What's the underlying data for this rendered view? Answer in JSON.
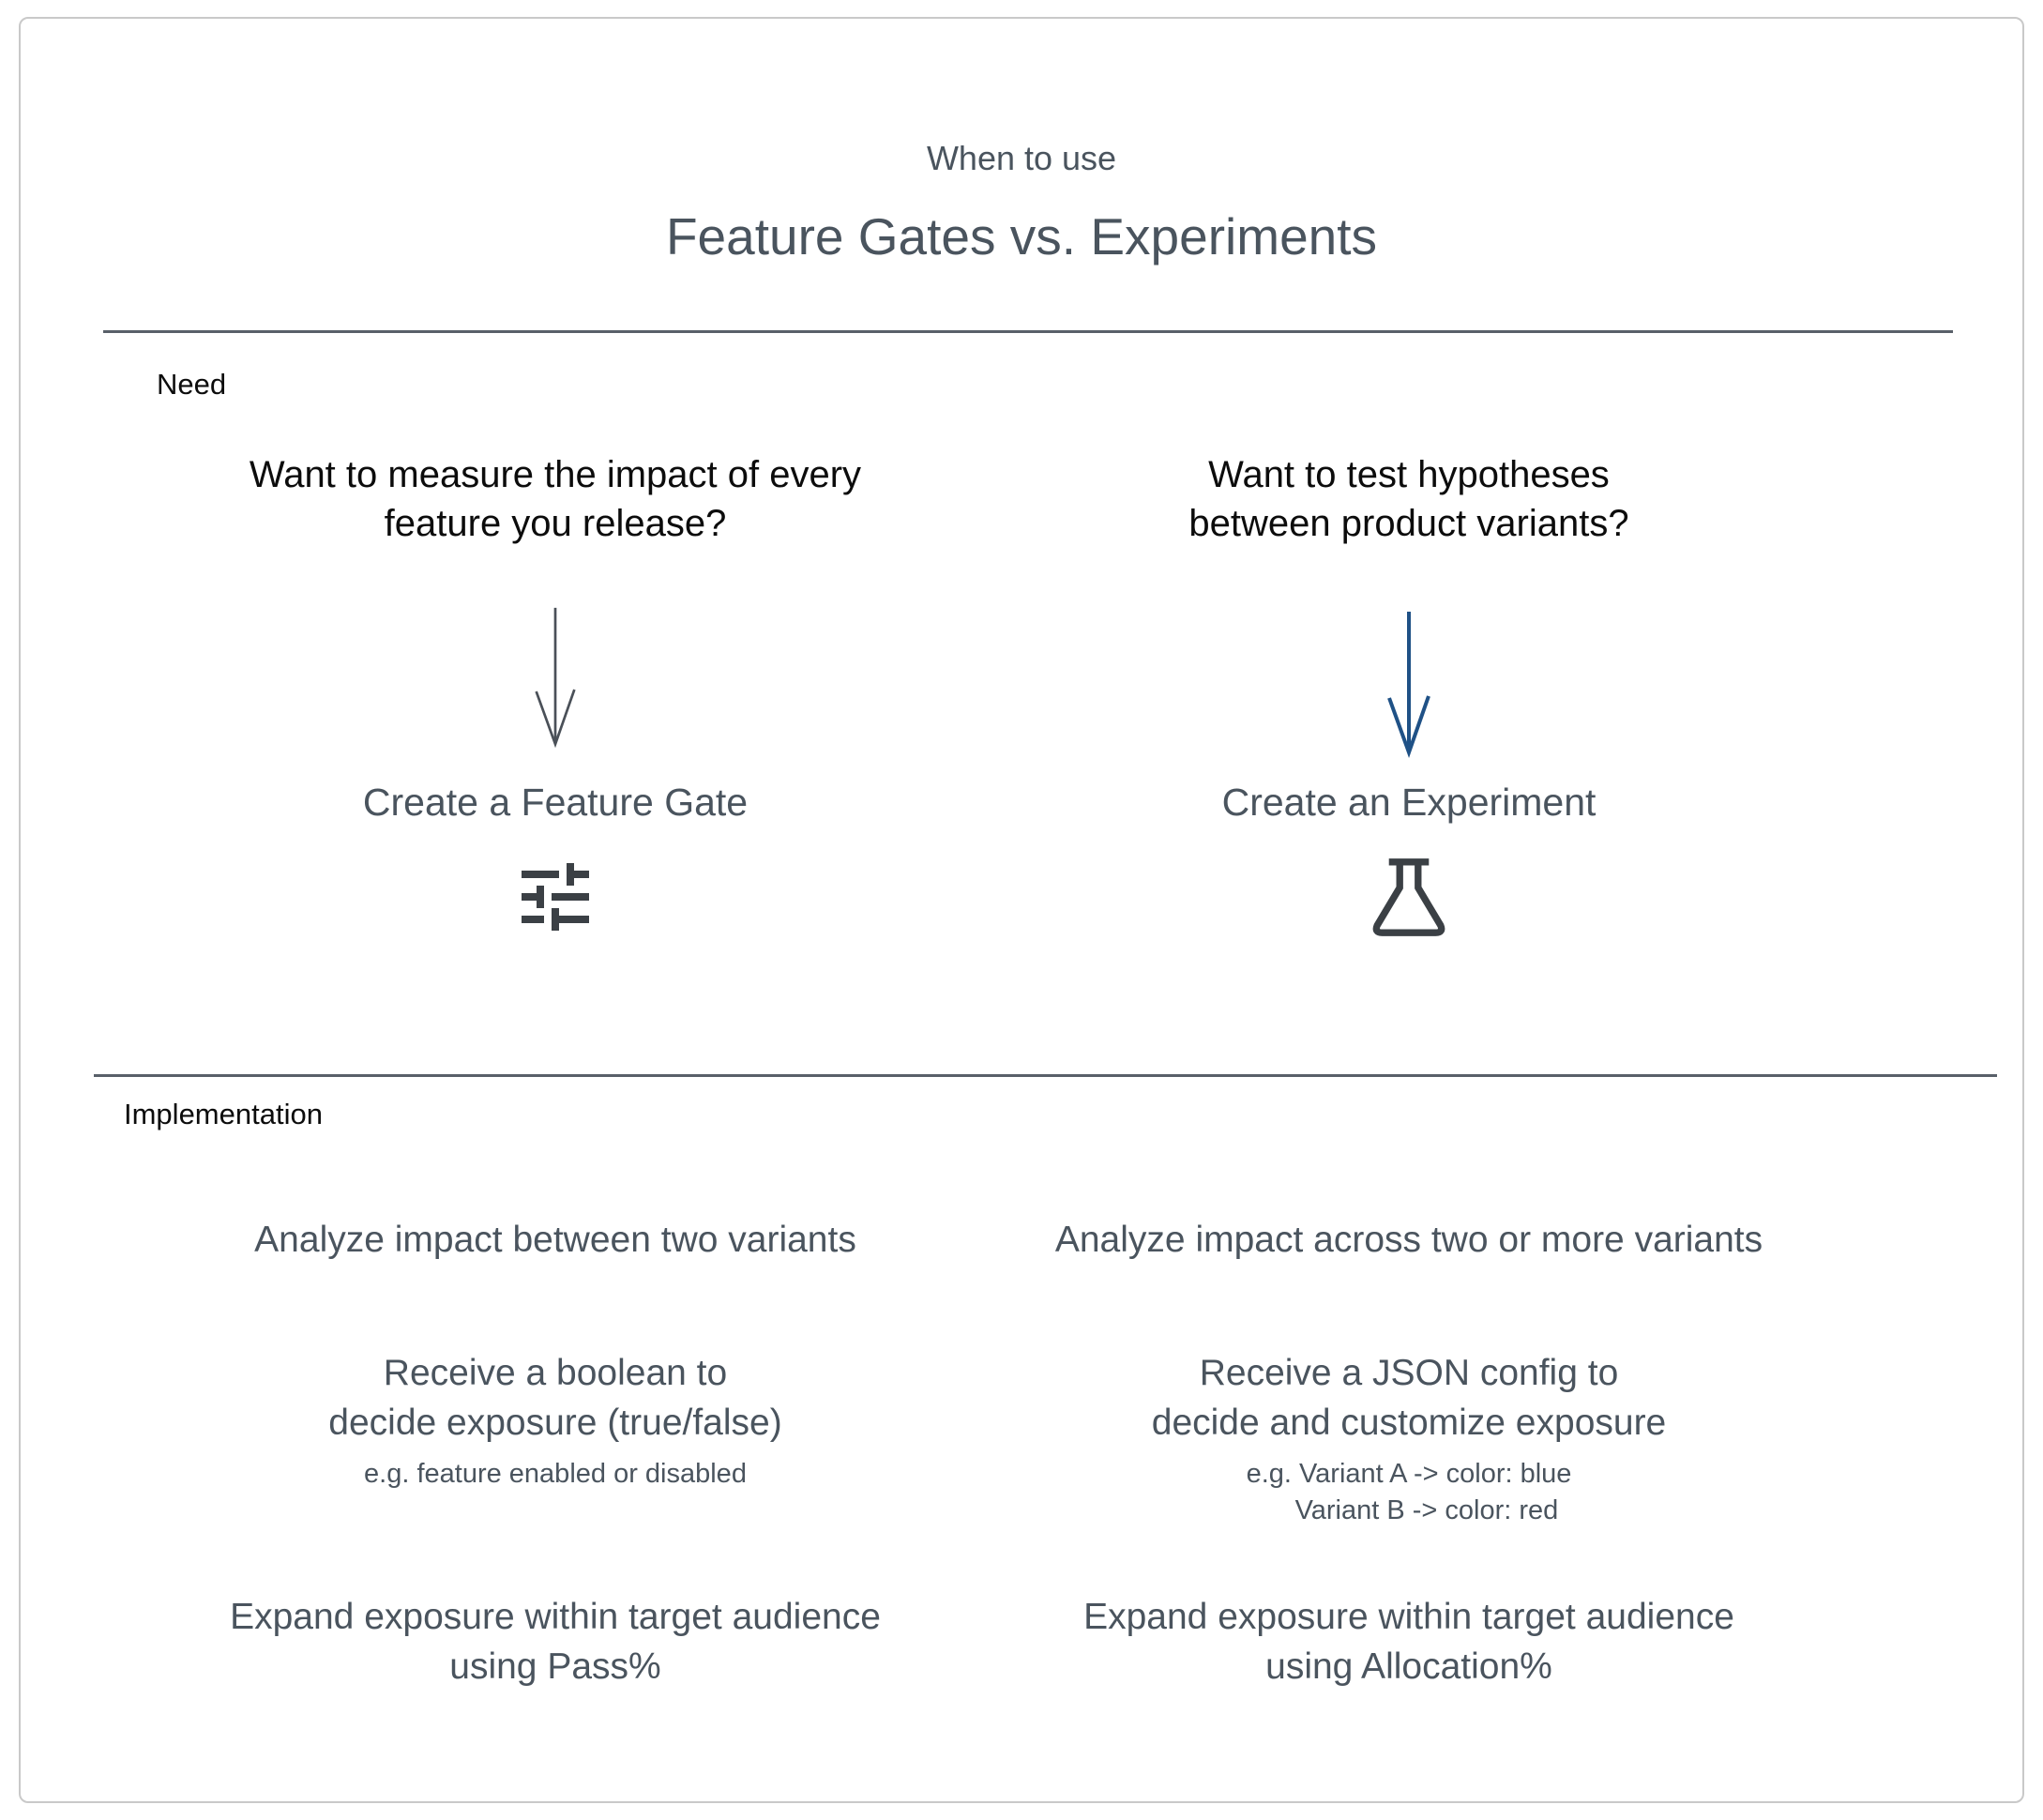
{
  "header": {
    "subtitle": "When to use",
    "title": "Feature Gates vs. Experiments"
  },
  "need": {
    "label": "Need",
    "feature_gate": {
      "question_lines": [
        "Want to measure the impact of every",
        "feature you release?"
      ],
      "action": "Create a Feature Gate",
      "icon": "tune-sliders-icon"
    },
    "experiment": {
      "question_lines": [
        "Want to test hypotheses",
        "between product variants?"
      ],
      "action": "Create an Experiment",
      "icon": "flask-icon"
    }
  },
  "implementation": {
    "label": "Implementation",
    "feature_gate": {
      "analyze": "Analyze impact between two variants",
      "receive_lines": [
        "Receive a boolean to",
        "decide exposure (true/false)"
      ],
      "example_lines": [
        "e.g. feature enabled or disabled"
      ],
      "expand_lines": [
        "Expand exposure within target audience",
        "using Pass%"
      ]
    },
    "experiment": {
      "analyze": "Analyze impact across two or more variants",
      "receive_lines": [
        "Receive a JSON config to",
        "decide and customize exposure"
      ],
      "example_lines": [
        "e.g. Variant A -> color: blue",
        "Variant B -> color: red"
      ],
      "expand_lines": [
        "Expand exposure within target audience",
        "using Allocation%"
      ]
    }
  },
  "colors": {
    "text_primary": "#0c0c0c",
    "text_slate": "#4a545e",
    "divider": "#596069",
    "arrow_gray": "#4a5058",
    "arrow_blue": "#1f5186",
    "icon": "#3b4045",
    "border": "#c9c9c9"
  }
}
